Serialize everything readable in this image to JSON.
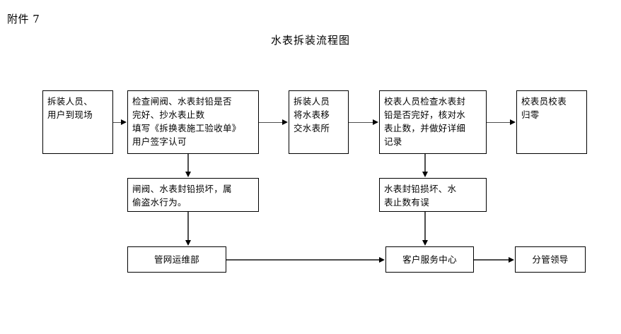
{
  "document": {
    "attachment_label": "附件 7",
    "title": "水表拆装流程图"
  },
  "chart_data": {
    "type": "diagram",
    "title": "水表拆装流程图",
    "nodes": [
      {
        "id": "n1",
        "label": "拆装人员、\n用户到现场",
        "row": "top",
        "col": 1
      },
      {
        "id": "n2",
        "label": "检查闸阀、水表封铅是否\n完好、抄水表止数\n填写《拆换表施工验收单》\n用户签字认可",
        "row": "top",
        "col": 2
      },
      {
        "id": "n3",
        "label": "拆装人员\n将水表移\n交水表所",
        "row": "top",
        "col": 3
      },
      {
        "id": "n4",
        "label": "校表人员检查水表封\n铅是否完好，核对水\n表止数，并做好详细\n记录",
        "row": "top",
        "col": 4
      },
      {
        "id": "n5",
        "label": "校表员校表\n归零",
        "row": "top",
        "col": 5
      },
      {
        "id": "n6",
        "label": "闸阀、水表封铅损坏，属\n偷盗水行为。",
        "row": "middle",
        "col": 2
      },
      {
        "id": "n7",
        "label": "水表封铅损坏、水\n表止数有误",
        "row": "middle",
        "col": 4
      },
      {
        "id": "n8",
        "label": "管网运维部",
        "row": "bottom",
        "col": 2
      },
      {
        "id": "n9",
        "label": "客户服务中心",
        "row": "bottom",
        "col": 4
      },
      {
        "id": "n10",
        "label": "分管领导",
        "row": "bottom",
        "col": 5
      }
    ],
    "edges": [
      {
        "from": "n1",
        "to": "n2",
        "direction": "right"
      },
      {
        "from": "n2",
        "to": "n3",
        "direction": "right"
      },
      {
        "from": "n3",
        "to": "n4",
        "direction": "right"
      },
      {
        "from": "n4",
        "to": "n5",
        "direction": "right"
      },
      {
        "from": "n2",
        "to": "n6",
        "direction": "down"
      },
      {
        "from": "n6",
        "to": "n8",
        "direction": "down"
      },
      {
        "from": "n4",
        "to": "n7",
        "direction": "down"
      },
      {
        "from": "n7",
        "to": "n9",
        "direction": "down"
      },
      {
        "from": "n8",
        "to": "n9",
        "direction": "right"
      },
      {
        "from": "n9",
        "to": "n10",
        "direction": "right"
      }
    ],
    "colors": {
      "background": "#ffffff",
      "node_border": "#000000",
      "text": "#000000",
      "connector": "#4d4d4d"
    }
  }
}
